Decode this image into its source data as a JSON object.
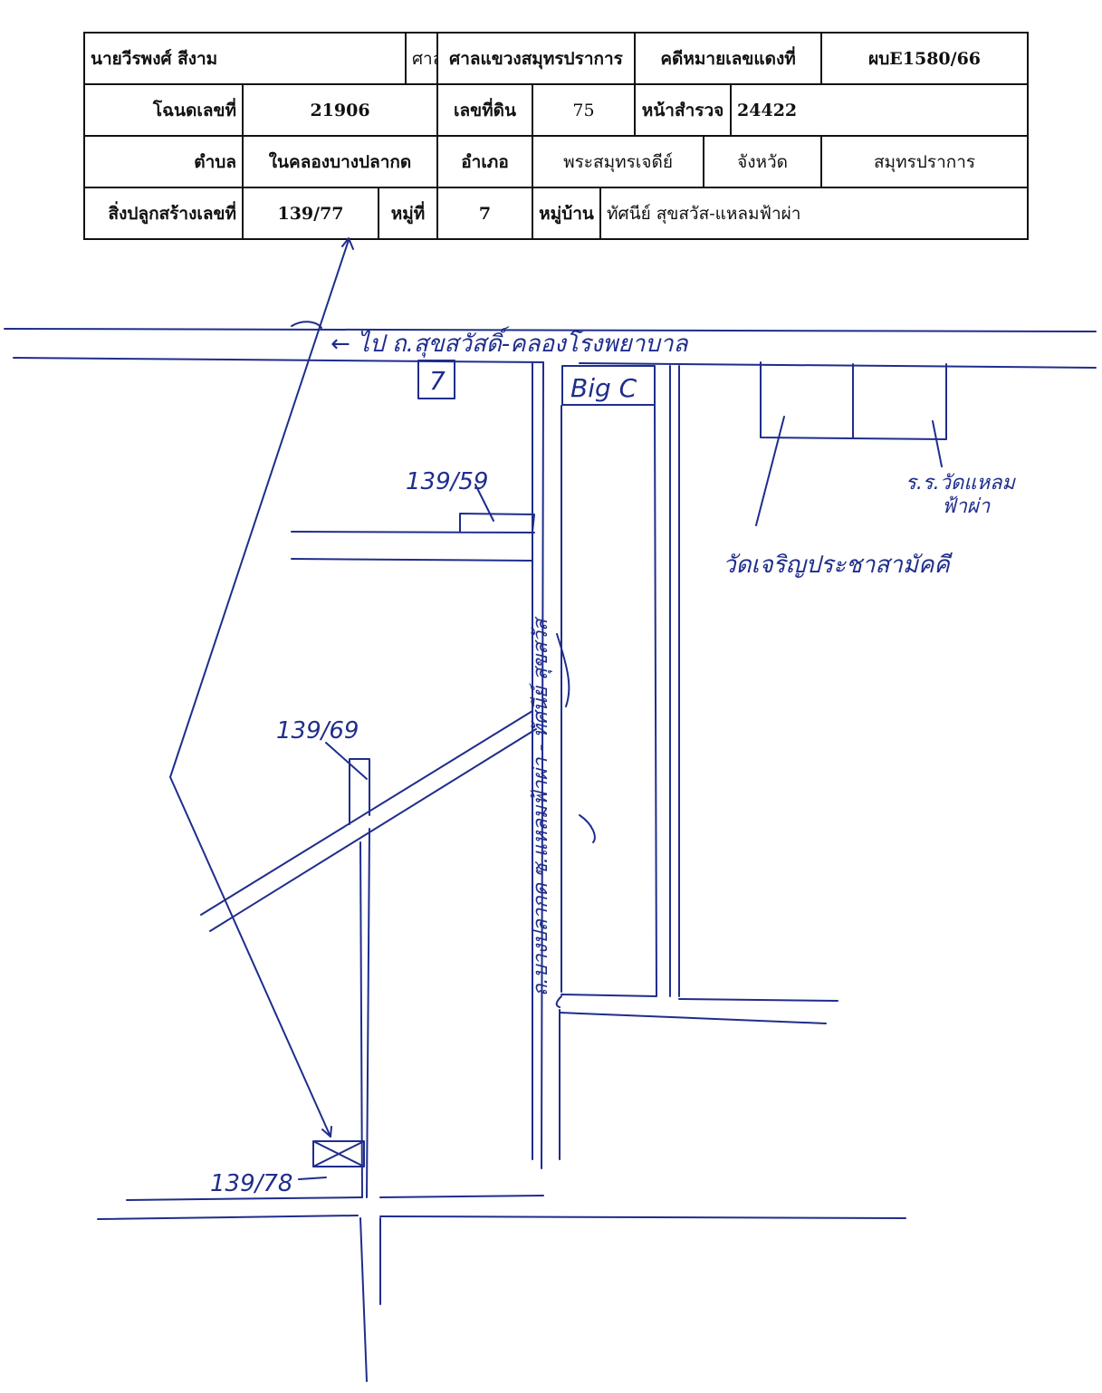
{
  "record": {
    "defendant": "นายวีรพงศ์ สีงาม",
    "court_label": "ศาล",
    "court_value": "ศาลแขวงสมุทรปราการ",
    "case_label": "คดีหมายเลขแดงที่",
    "case_value": "ผบE1580/66",
    "deed_label": "โฉนดเลขที่",
    "deed_value": "21906",
    "land_no_label": "เลขที่ดิน",
    "land_no_value": "75",
    "survey_label": "หน้าสำรวจ",
    "survey_value": "24422",
    "subdistrict_label": "ตำบล",
    "subdistrict_value": "ในคลองบางปลากด",
    "district_label": "อำเภอ",
    "district_value": "พระสมุทรเจดีย์",
    "province_label": "จังหวัด",
    "province_value": "สมุทรปราการ",
    "building_label": "สิ่งปลูกสร้างเลขที่",
    "building_value": "139/77",
    "moo_label": "หมู่ที่",
    "moo_value": "7",
    "village_label": "หมู่บ้าน",
    "village_value": "ทัศนีย์ สุขสวัส-แหลมฟ้าผ่า"
  },
  "map": {
    "main_road_label": "← ไป ถ.สุขสวัสดิ์-คลองโรงพยาบาล",
    "moo_marker": "7",
    "bigc_label": "Big C",
    "side_road_label": "ถ.บางปลากด ซ.แหลมฟ้าผ่า - ทัศนีย์ สุขสวัส",
    "school_label_1": "ร.ร.วัดแหลม",
    "school_label_2": "ฟ้าผ่า",
    "temple_label": "วัดเจริญประชาสามัคคี",
    "house_59": "139/59",
    "house_69": "139/69",
    "house_78": "139/78"
  },
  "colors": {
    "ink": "#1f2d8c",
    "table_text": "#111111"
  }
}
